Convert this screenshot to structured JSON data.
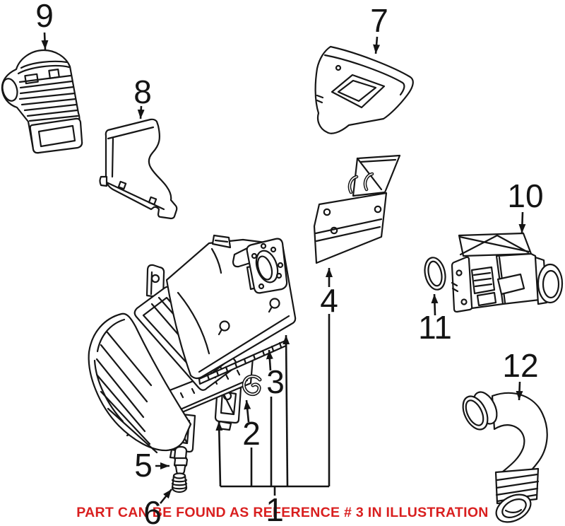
{
  "illustration": {
    "note": {
      "text": "PART CAN BE FOUND AS REFERENCE # 3 IN ILLUSTRATION",
      "color": "#D91F1F"
    },
    "colors": {
      "background": "#ffffff",
      "line_art": "#161616"
    },
    "callouts": [
      {
        "label": "1"
      },
      {
        "label": "2"
      },
      {
        "label": "3"
      },
      {
        "label": "4"
      },
      {
        "label": "5"
      },
      {
        "label": "6"
      },
      {
        "label": "7"
      },
      {
        "label": "8"
      },
      {
        "label": "9"
      },
      {
        "label": "10"
      },
      {
        "label": "11"
      },
      {
        "label": "12"
      }
    ]
  }
}
